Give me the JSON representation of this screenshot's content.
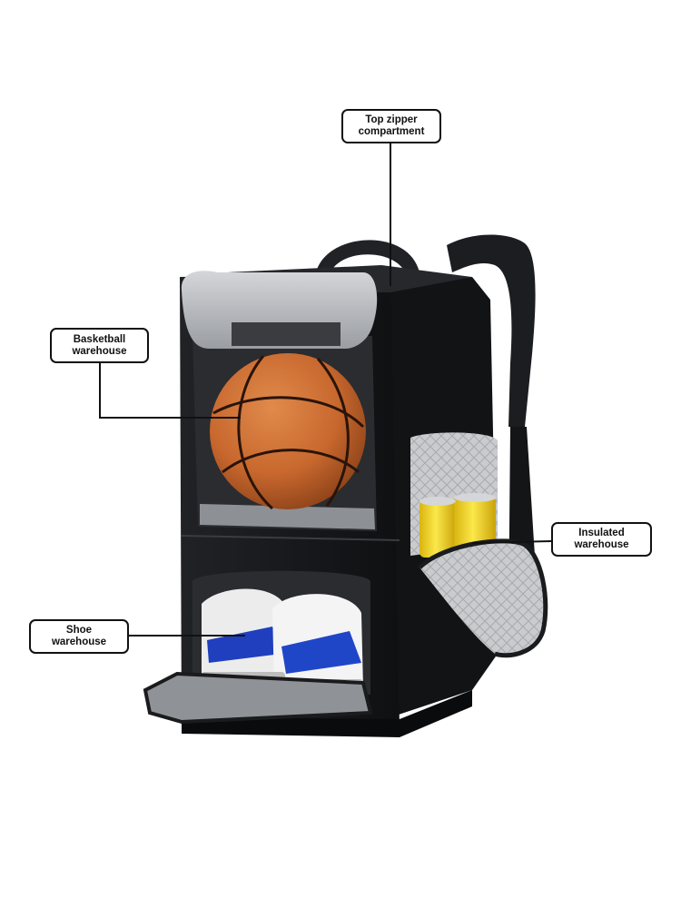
{
  "callouts": {
    "top_zipper": "Top zipper\ncompartment",
    "basketball": "Basketball\nwarehouse",
    "insulated": "Insulated\nwarehouse",
    "shoe": "Shoe\nwarehouse"
  },
  "colors": {
    "bag_body": "#17181a",
    "ball": "#c8682e",
    "lining": "#b9bbbe",
    "can": "#f2d21c",
    "callout_border": "#111111"
  }
}
